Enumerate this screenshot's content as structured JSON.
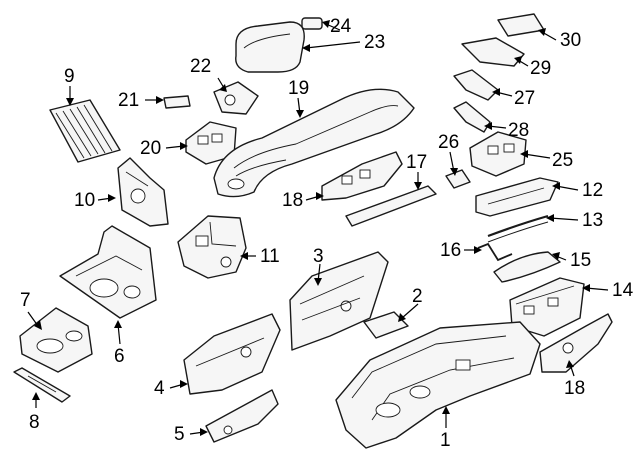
{
  "callouts": {
    "c1": "1",
    "c2": "2",
    "c3": "3",
    "c4": "4",
    "c5": "5",
    "c6": "6",
    "c7": "7",
    "c8": "8",
    "c9": "9",
    "c10": "10",
    "c11": "11",
    "c12": "12",
    "c13": "13",
    "c14": "14",
    "c15": "15",
    "c16": "16",
    "c17": "17",
    "c18a": "18",
    "c18b": "18",
    "c19": "19",
    "c20": "20",
    "c21": "21",
    "c22": "22",
    "c23": "23",
    "c24": "24",
    "c25": "25",
    "c26": "26",
    "c27": "27",
    "c28": "28",
    "c29": "29",
    "c30": "30"
  },
  "colors": {
    "line": "#1a1a1a",
    "fill": "#f6f6f6",
    "background": "#ffffff"
  }
}
